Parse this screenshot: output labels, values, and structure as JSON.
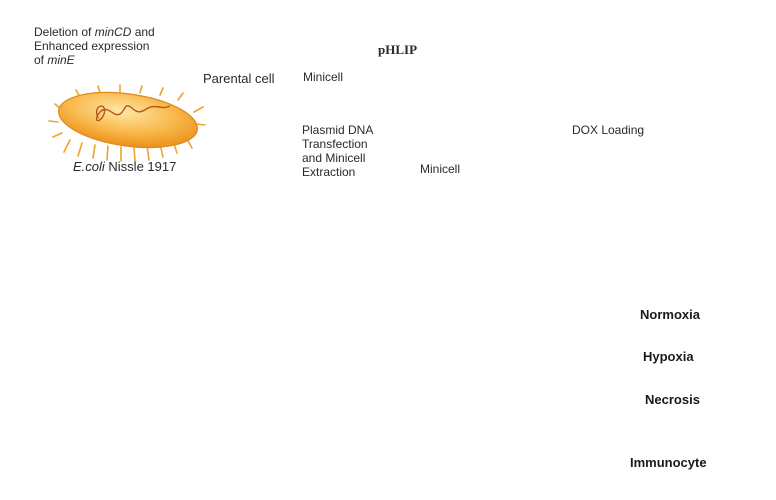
{
  "figure": {
    "step_labels": {
      "engineering_line1_prefix": "Deletion of ",
      "engineering_line1_gene": "minCD",
      "engineering_line1_suffix": " and",
      "engineering_line2": "Enhanced expression",
      "engineering_line3_prefix": "of ",
      "engineering_line3_gene": "minE",
      "strain_species": "E.coli",
      "strain_name": " Nissle 1917",
      "parental_cell": "Parental cell",
      "minicell_bud": "Minicell",
      "peptide": "pHLIP",
      "transfection_line1": "Plasmid DNA",
      "transfection_line2": "Transfection",
      "transfection_line3": "and Minicell",
      "transfection_line4": "Extraction",
      "minicell": "Minicell",
      "dox_loading": "DOX Loading"
    },
    "legend": [
      {
        "label": "Normoxia",
        "color": "#ee7a6c"
      },
      {
        "label": "Hypoxia",
        "color": "#7b6dc0"
      },
      {
        "label": "Necrosis",
        "color": "#c65cb0"
      },
      {
        "label": "Immunocyte",
        "color": "#9fd86a"
      }
    ],
    "colors": {
      "bacterium": "#f5a623",
      "pHLIP": "#6a2c7a",
      "arrow": "#7a3a20",
      "vessel": "#c8151b",
      "dox": "#c0392b"
    }
  }
}
